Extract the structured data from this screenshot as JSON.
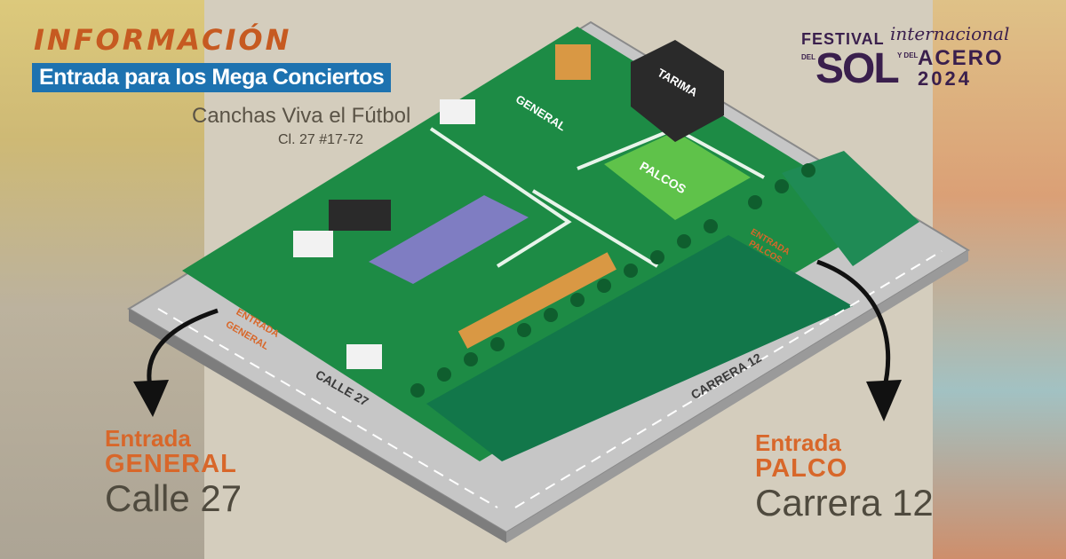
{
  "header": {
    "title": "INFORMACIÓN",
    "subtitle": "Entrada para los Mega Conciertos",
    "venue": "Canchas Viva el Fútbol",
    "address": "Cl. 27 #17-72"
  },
  "logo": {
    "line1": "FESTIVAL",
    "line2": "internacional",
    "del_small": "DEL",
    "word_sol": "SOL",
    "y_del_small": "Y DEL",
    "word_acero": "ACERO",
    "year": "2024"
  },
  "map": {
    "stage_label": "TARIMA",
    "zone_general": "GENERAL",
    "zone_palcos": "PALCOS",
    "street_calle": "CALLE 27",
    "street_carrera": "CARRERA 12",
    "entrance_general_line1": "ENTRADA",
    "entrance_general_line2": "GENERAL",
    "entrance_palco_line1": "ENTRADA",
    "entrance_palco_line2": "PALCOS"
  },
  "entrances": {
    "general": {
      "label": "Entrada",
      "type": "GENERAL",
      "street": "Calle 27"
    },
    "palco": {
      "label": "Entrada",
      "type": "PALCO",
      "street": "Carrera 12"
    }
  },
  "colors": {
    "title_orange": "#c65a21",
    "subtitle_blue": "#1d72b0",
    "grass_green": "#1d8b45",
    "dark_green": "#0f5e2e",
    "palcos_green": "#5fc24a",
    "tent_purple": "#8b7bcf",
    "road_gray": "#bdbdbd",
    "logo_purple": "#3a1f4d"
  }
}
